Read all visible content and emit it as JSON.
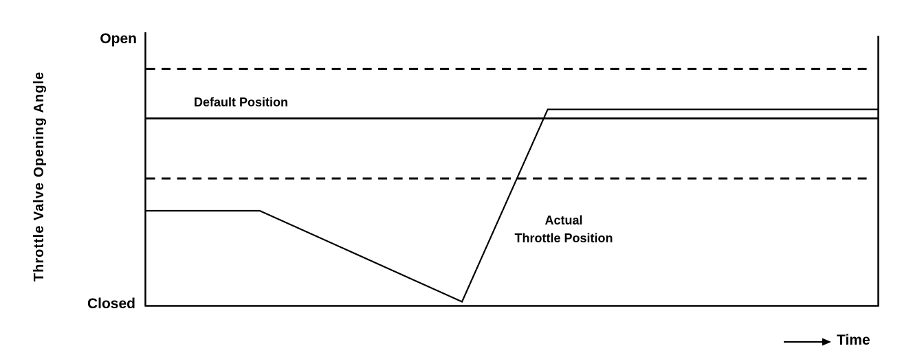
{
  "figure": {
    "background_color": "#ffffff",
    "line_color": "#000000"
  },
  "labels": {
    "y_axis_title": "Throttle Valve Opening Angle",
    "y_top": "Open",
    "y_bottom": "Closed",
    "x_axis_title": "Time",
    "default_position": "Default Position",
    "actual_position_line1": "Actual",
    "actual_position_line2": "Throttle Position"
  },
  "chart_data": {
    "type": "line",
    "title": "",
    "xlabel": "Time",
    "ylabel": "Throttle Valve Opening Angle",
    "x_axis": {
      "tick_labels": [],
      "range_percent": [
        0,
        100
      ],
      "arrow": true
    },
    "y_axis": {
      "tick_labels": [
        "Closed",
        "Open"
      ],
      "closed_percent": 0,
      "open_percent": 100
    },
    "grid": false,
    "legend_position": "none (series labeled by inline annotations)",
    "series": [
      {
        "name": "Actual Throttle Position",
        "line_style": "solid",
        "stroke_width": 2.2,
        "dash_pattern": null,
        "points_percent": [
          [
            0,
            34.8
          ],
          [
            15.6,
            34.8
          ],
          [
            43.2,
            1.5
          ],
          [
            54.9,
            71.9
          ],
          [
            100,
            71.9
          ]
        ]
      },
      {
        "name": "Default Position",
        "line_style": "solid",
        "stroke_width": 2.7,
        "dash_pattern": null,
        "points_percent": [
          [
            0,
            68.6
          ],
          [
            100,
            68.6
          ]
        ]
      },
      {
        "name": "Upper dashed threshold",
        "line_style": "dashed",
        "stroke_width": 3,
        "dash_pattern": [
          13,
          9.5
        ],
        "points_percent": [
          [
            0.1,
            86.7
          ],
          [
            99.0,
            86.7
          ]
        ]
      },
      {
        "name": "Lower dashed threshold",
        "line_style": "dashed",
        "stroke_width": 3,
        "dash_pattern": [
          13,
          9.5
        ],
        "points_percent": [
          [
            0.1,
            46.6
          ],
          [
            99.0,
            46.6
          ]
        ]
      }
    ],
    "annotations": [
      {
        "text": "Default Position",
        "attached_to": "Default Position",
        "placement": "above line, left area"
      },
      {
        "text": "Actual Throttle Position",
        "attached_to": "Actual Throttle Position",
        "placement": "right of recovery slope"
      }
    ]
  }
}
